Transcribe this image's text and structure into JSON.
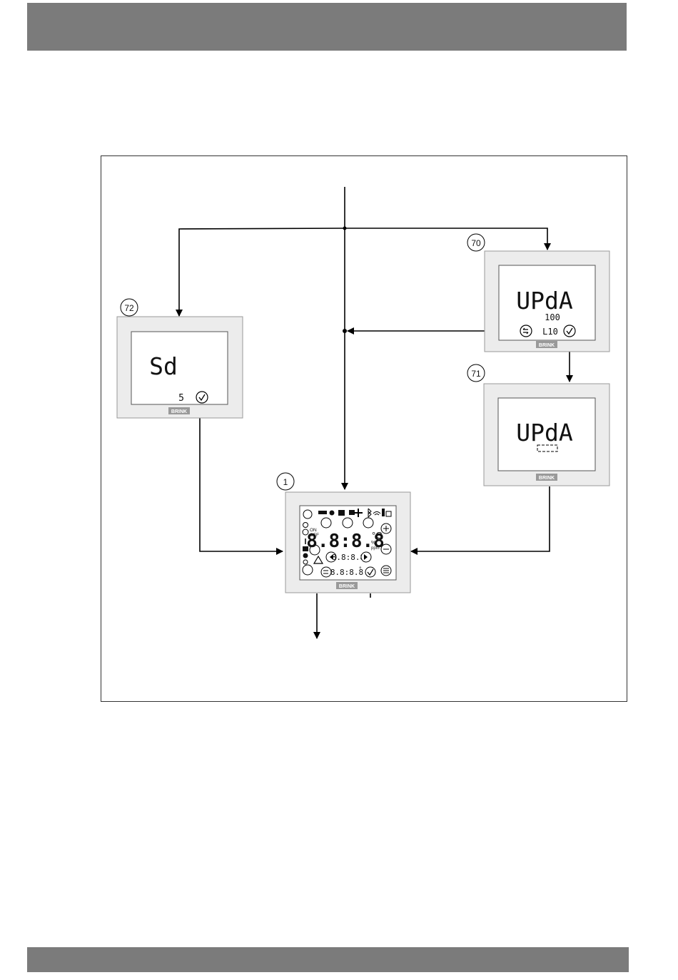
{
  "screens": {
    "s70": {
      "label": "70",
      "main": "UPdA",
      "sub": "100",
      "value": "L10",
      "brand": "BRINK",
      "back_icon": "back-arrow-icon",
      "confirm_icon": "check-icon"
    },
    "s71": {
      "label": "71",
      "main": "UPdA",
      "brand": "BRINK"
    },
    "s72": {
      "label": "72",
      "main": "Sd",
      "value": "5",
      "brand": "BRINK",
      "confirm_icon": "check-icon"
    },
    "s1": {
      "label": "1",
      "main": "8.8:8.8",
      "unit_c": "°C",
      "unit_rh": "%",
      "unit_ppm": "ppm",
      "on": "ON",
      "off": "OFF",
      "mid": "8.8:8.8",
      "bottom": "8.8:8.8",
      "degree": "°",
      "brand": "BRINK"
    }
  },
  "colors": {
    "band": "#7b7b7b",
    "panel": "#ebebeb",
    "line": "#000000"
  }
}
